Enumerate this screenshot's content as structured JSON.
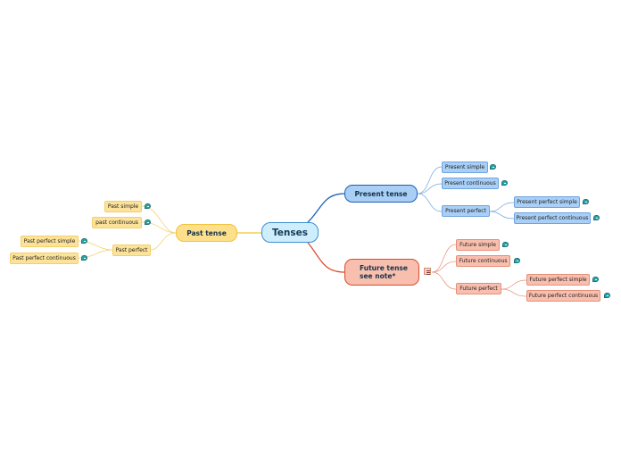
{
  "central": {
    "label": "Tenses"
  },
  "branches": {
    "present": {
      "label": "Present tense",
      "items": {
        "simple": "Present simple",
        "continuous": "Present continuous",
        "perfect": "Present perfect",
        "perfect_simple": "Present perfect simple",
        "perfect_continuous": "Present perfect continuous"
      }
    },
    "future": {
      "label_line1": "Future tense",
      "label_line2": "see note*",
      "items": {
        "simple": "Future simple",
        "continuous": "Future continuous",
        "perfect": "Future perfect",
        "perfect_simple": "Future perfect simple",
        "perfect_continuous": "Future perfect continuous"
      }
    },
    "past": {
      "label": "Past tense",
      "items": {
        "simple": "Past simple",
        "continuous": "past continuous",
        "perfect": "Past perfect",
        "perfect_simple": "Past perfect simple",
        "perfect_continuous": "Past perfect continuous"
      }
    }
  },
  "colors": {
    "present": "#1d5fb3",
    "future": "#d84b2a",
    "past": "#f3c23a",
    "note_icon": "#29a3a8"
  },
  "icons": {
    "note": "note-icon",
    "menu": "menu-icon"
  }
}
